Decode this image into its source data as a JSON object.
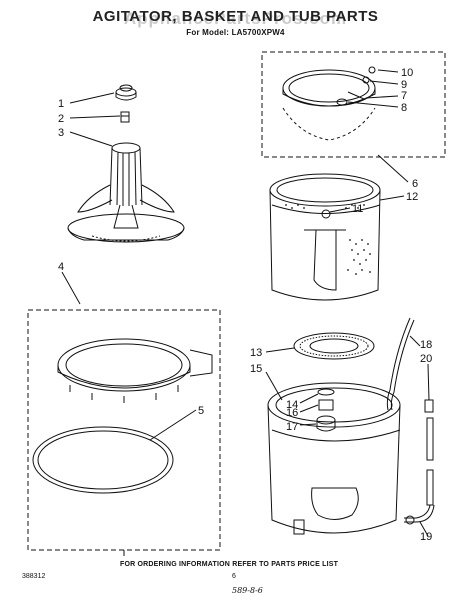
{
  "header": {
    "title": "AGITATOR, BASKET AND TUB PARTS",
    "model_line": "For Model: LA5700XPW4",
    "watermark": "AppliancePartsPros.com"
  },
  "callouts": [
    "1",
    "2",
    "3",
    "4",
    "5",
    "6",
    "7",
    "8",
    "9",
    "10",
    "11",
    "12",
    "13",
    "14",
    "15",
    "16",
    "17",
    "18",
    "19",
    "20"
  ],
  "footer": {
    "note": "FOR ORDERING INFORMATION REFER TO PARTS PRICE LIST",
    "doc_number": "388312",
    "page_number": "6",
    "handwritten": "589-8-6"
  }
}
